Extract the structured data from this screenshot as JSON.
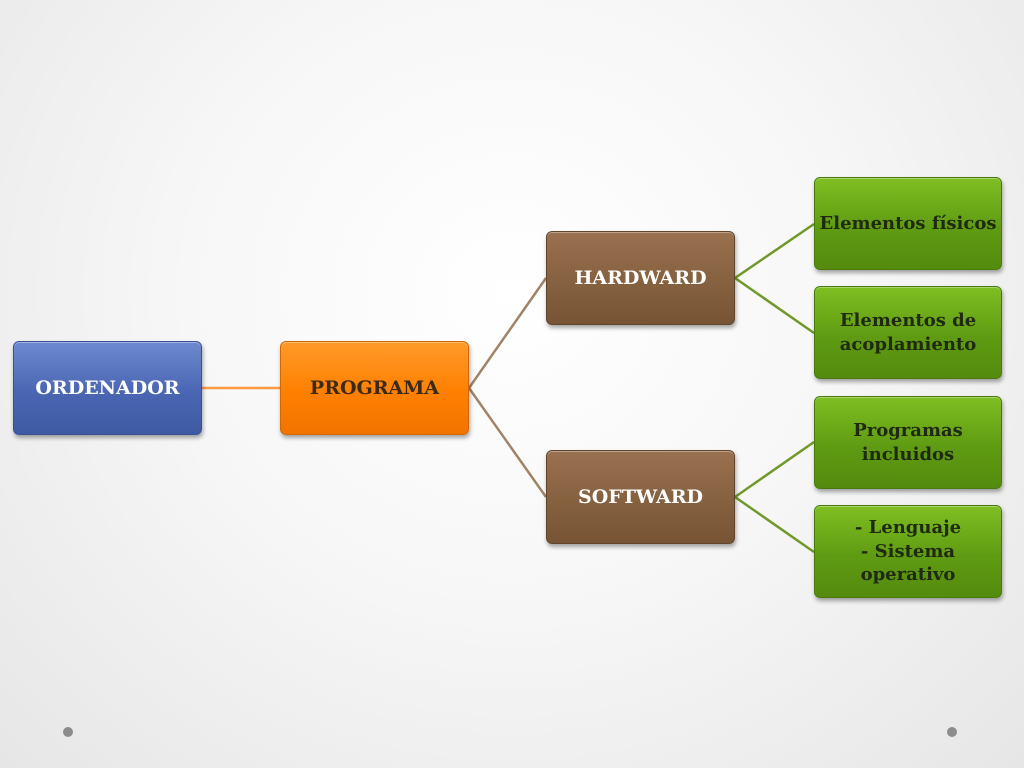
{
  "nodes": {
    "ordenador": "ORDENADOR",
    "programa": "PROGRAMA",
    "hardward": "HARDWARD",
    "softward": "SOFTWARD",
    "elementos_fisicos": "Elementos físicos",
    "elementos_acoplamiento": "Elementos de\nacoplamiento",
    "programas_incluidos": "Programas\nincluidos",
    "lenguaje_sistema": "- Lenguaje\n- Sistema\noperativo"
  },
  "colors": {
    "root": "#4a66b3",
    "level1": "#ff8000",
    "level2": "#85613f",
    "level3": "#5f9b12",
    "connector_root": "#ff9a40",
    "connector_level1": "#a08468",
    "connector_level2": "#6f9a2a"
  }
}
